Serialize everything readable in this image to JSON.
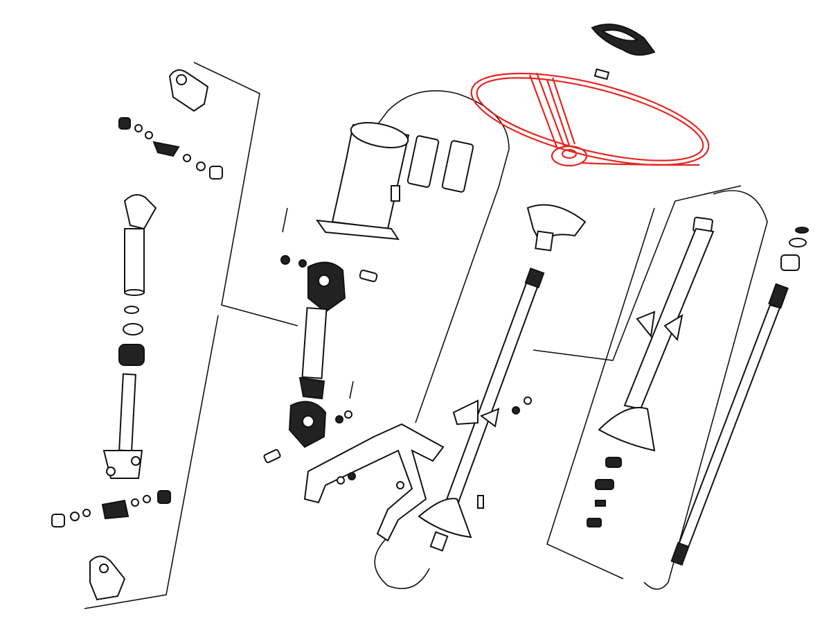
{
  "diagram": {
    "type": "exploded-parts-view",
    "colors": {
      "line": "#111111",
      "highlight": "#e8231f",
      "background": "#ffffff"
    },
    "highlighted_part": "steering-wheel",
    "parts": [
      "horn-pad",
      "steering-wheel-nut",
      "steering-wheel",
      "column-mount-housing",
      "gaskets",
      "universal-joint-yoke",
      "intermediate-shaft",
      "steering-column-tube",
      "column-bracket",
      "lower-shaft",
      "bearings",
      "seals"
    ]
  }
}
